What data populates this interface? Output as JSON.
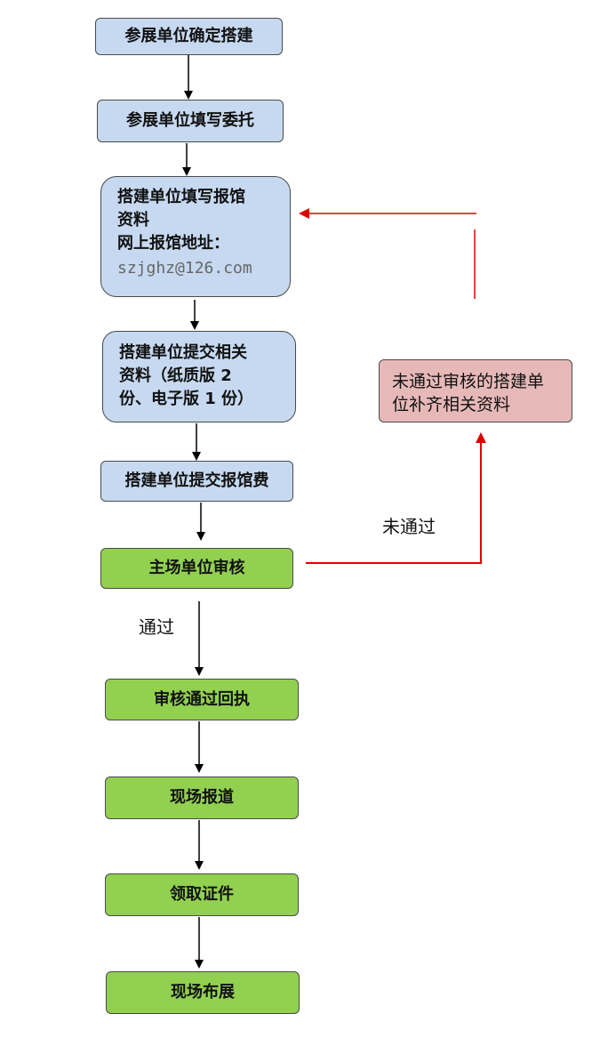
{
  "nodes": {
    "n1": "参展单位确定搭建",
    "n2": "参展单位填写委托",
    "n3": {
      "line1": "搭建单位填写报馆",
      "line2": "资料",
      "line3": "网上报馆地址：",
      "email": "szjghz@126.com"
    },
    "n4": {
      "line1": "搭建单位提交相关",
      "line2": "资料（纸质版 2",
      "line3": "份、电子版 1 份）"
    },
    "n5": "搭建单位提交报馆费",
    "n6": "主场单位审核",
    "n7": "审核通过回执",
    "n8": "现场报道",
    "n9": "领取证件",
    "n10": "现场布展",
    "reject": {
      "line1": "未通过审核的搭建单",
      "line2": "位补齐相关资料"
    }
  },
  "labels": {
    "pass": "通过",
    "fail": "未通过"
  },
  "colors": {
    "blue_box": "#c6d9f1",
    "green_box": "#92d050",
    "pink_box": "#e6b9b8",
    "reject_line": "#e00000"
  }
}
